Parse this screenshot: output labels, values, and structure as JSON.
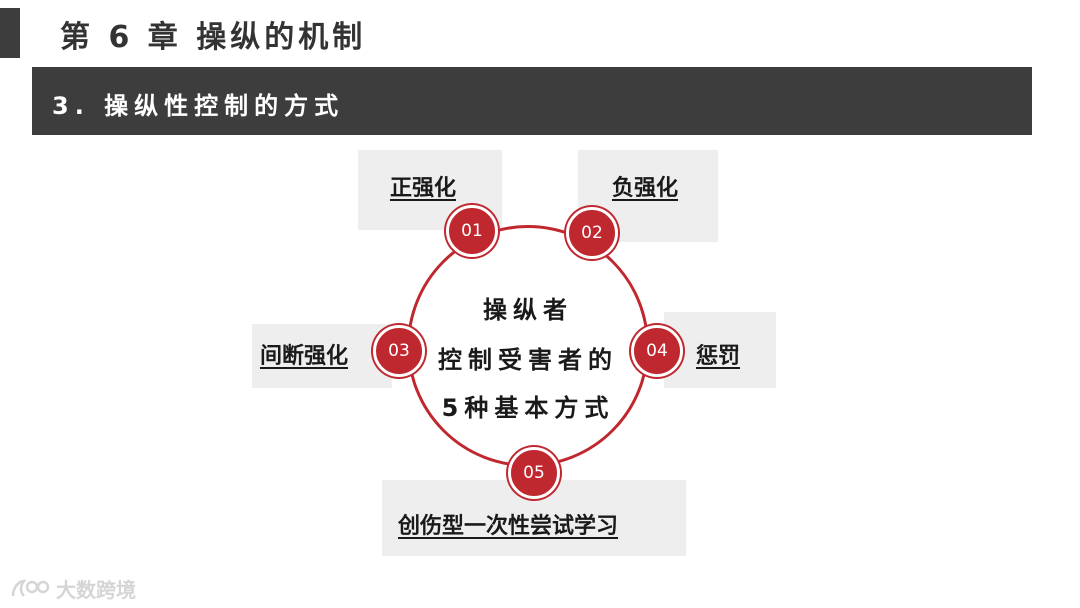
{
  "chapter": {
    "title": "第 6 章  操纵的机制"
  },
  "section": {
    "title": "3. 操纵性控制的方式"
  },
  "center": {
    "lines": [
      "操纵者",
      "控制受害者的",
      "5种基本方式"
    ]
  },
  "methods": [
    {
      "number": "01",
      "label": "正强化"
    },
    {
      "number": "02",
      "label": "负强化"
    },
    {
      "number": "03",
      "label": "间断强化"
    },
    {
      "number": "04",
      "label": "惩罚"
    },
    {
      "number": "05",
      "label": "创伤型一次性尝试学习"
    }
  ],
  "watermark": {
    "text": "大数跨境"
  },
  "colors": {
    "accent": "#c0282f",
    "band": "#3d3d3d",
    "label_bg": "#eeeeee"
  }
}
